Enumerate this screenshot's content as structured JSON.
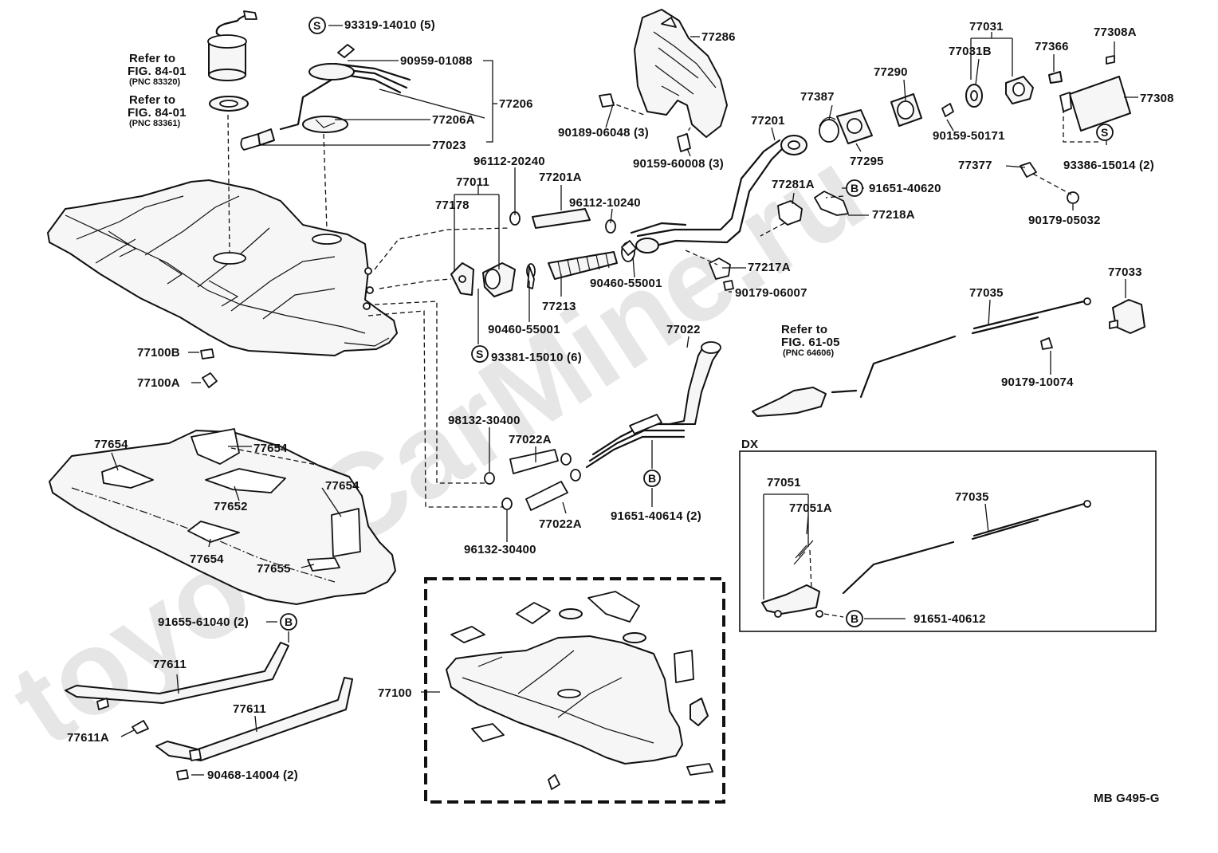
{
  "watermark": "toyotaCarMine.ru",
  "drawing_code": "MB G495-G",
  "symbols": {
    "s": "S",
    "b": "B"
  },
  "labels": {
    "p93319": "93319-14010 (5)",
    "p90959": "90959-01088",
    "p77206": "77206",
    "p77206a": "77206A",
    "p77023": "77023",
    "ref8401a_1": "Refer to",
    "ref8401a_2": "FIG. 84-01",
    "ref8401a_3": "(PNC 83320)",
    "ref8401b_1": "Refer to",
    "ref8401b_2": "FIG. 84-01",
    "ref8401b_3": "(PNC 83361)",
    "p77286": "77286",
    "p90189": "90189-06048 (3)",
    "p90159a": "90159-60008 (3)",
    "p77031": "77031",
    "p77031b": "77031B",
    "p77366": "77366",
    "p77308a": "77308A",
    "p77308": "77308",
    "p77290": "77290",
    "p77387": "77387",
    "p77201": "77201",
    "p77295": "77295",
    "p90159b": "90159-50171",
    "p93386": "93386-15014 (2)",
    "p77377": "77377",
    "p90179a": "90179-05032",
    "p96112a": "96112-20240",
    "p77011": "77011",
    "p77178": "77178",
    "p77201a": "77201A",
    "p96112b": "96112-10240",
    "p77281a": "77281A",
    "p91651a": "91651-40620",
    "p77218a": "77218A",
    "p77217a": "77217A",
    "p90179b": "90179-06007",
    "p77213": "77213",
    "p90460a": "90460-55001",
    "p90460b": "90460-55001",
    "p93381": "93381-15010 (6)",
    "p77033": "77033",
    "p77035a": "77035",
    "ref6105_1": "Refer to",
    "ref6105_2": "FIG. 61-05",
    "ref6105_3": "(PNC 64606)",
    "p90179c": "90179-10074",
    "p77022": "77022",
    "p77100b": "77100B",
    "p77100a": "77100A",
    "p98132": "98132-30400",
    "p77022a1": "77022A",
    "p77022a2": "77022A",
    "p91651b": "91651-40614 (2)",
    "p96132": "96132-30400",
    "dx": "DX",
    "p77051": "77051",
    "p77051a": "77051A",
    "p77035b": "77035",
    "p91651c": "91651-40612",
    "p77654a": "77654",
    "p77654b": "77654",
    "p77654c": "77654",
    "p77654d": "77654",
    "p77652": "77652",
    "p77655": "77655",
    "p91655": "91655-61040 (2)",
    "p77611a": "77611",
    "p77611b": "77611",
    "p77611aa": "77611A",
    "p90468": "90468-14004 (2)",
    "p77100": "77100"
  }
}
